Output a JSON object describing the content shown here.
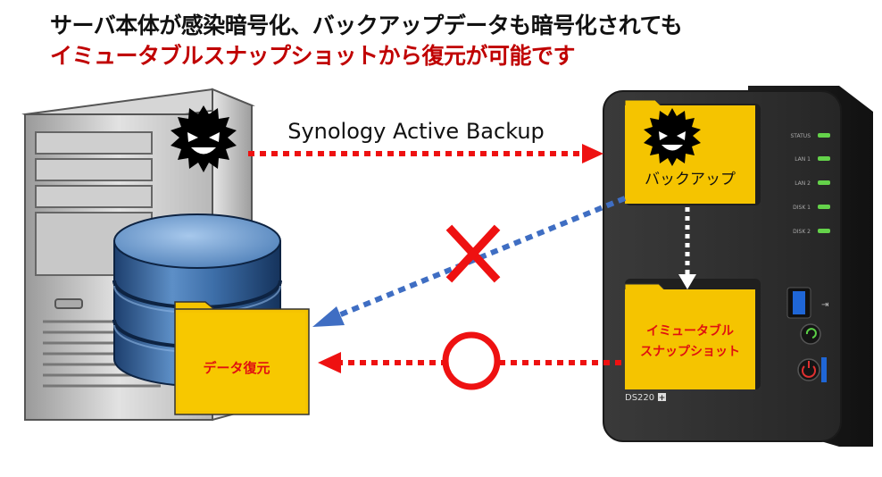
{
  "title": {
    "line1": "サーバ本体が感染暗号化、バックアップデータも暗号化されても",
    "line2": "イミュータブルスナップショットから復元が可能です"
  },
  "flow_label": "Synology Active Backup",
  "nas": {
    "backup_label": "バックアップ",
    "snapshot_label_1": "イミュータブル",
    "snapshot_label_2": "スナップショット",
    "model": "DS220",
    "led_labels": [
      "STATUS",
      "LAN 1",
      "LAN 2",
      "DISK 1",
      "DISK 2"
    ]
  },
  "server": {
    "restore_label": "データ復元"
  },
  "colors": {
    "title_red": "#c00000",
    "arrow_red": "#ee1111",
    "arrow_blue": "#3f6ec3",
    "folder_yellow": "#f5c400",
    "nas_body": "#2d2d2d"
  }
}
